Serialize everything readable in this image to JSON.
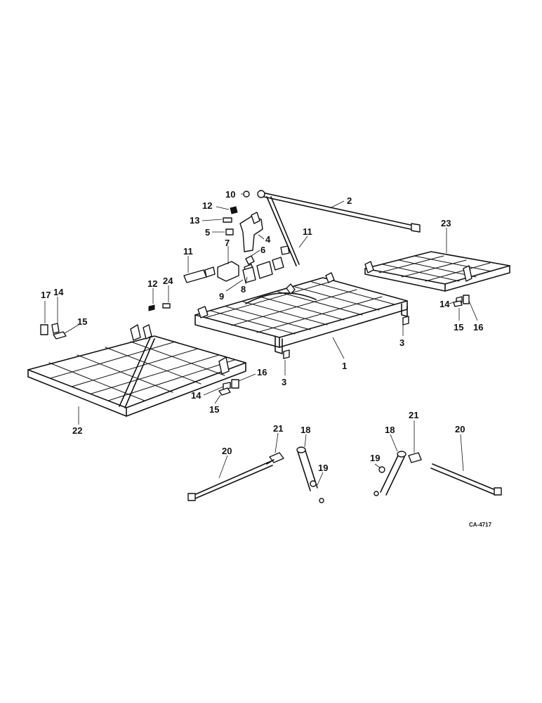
{
  "diagram": {
    "callouts": [
      "1",
      "2",
      "3",
      "3",
      "4",
      "5",
      "6",
      "7",
      "8",
      "9",
      "10",
      "11",
      "11",
      "12",
      "12",
      "13",
      "14",
      "14",
      "14",
      "15",
      "15",
      "15",
      "16",
      "16",
      "17",
      "18",
      "18",
      "19",
      "19",
      "20",
      "20",
      "21",
      "21",
      "22",
      "23",
      "24"
    ],
    "figure_code": "CA-4717"
  }
}
